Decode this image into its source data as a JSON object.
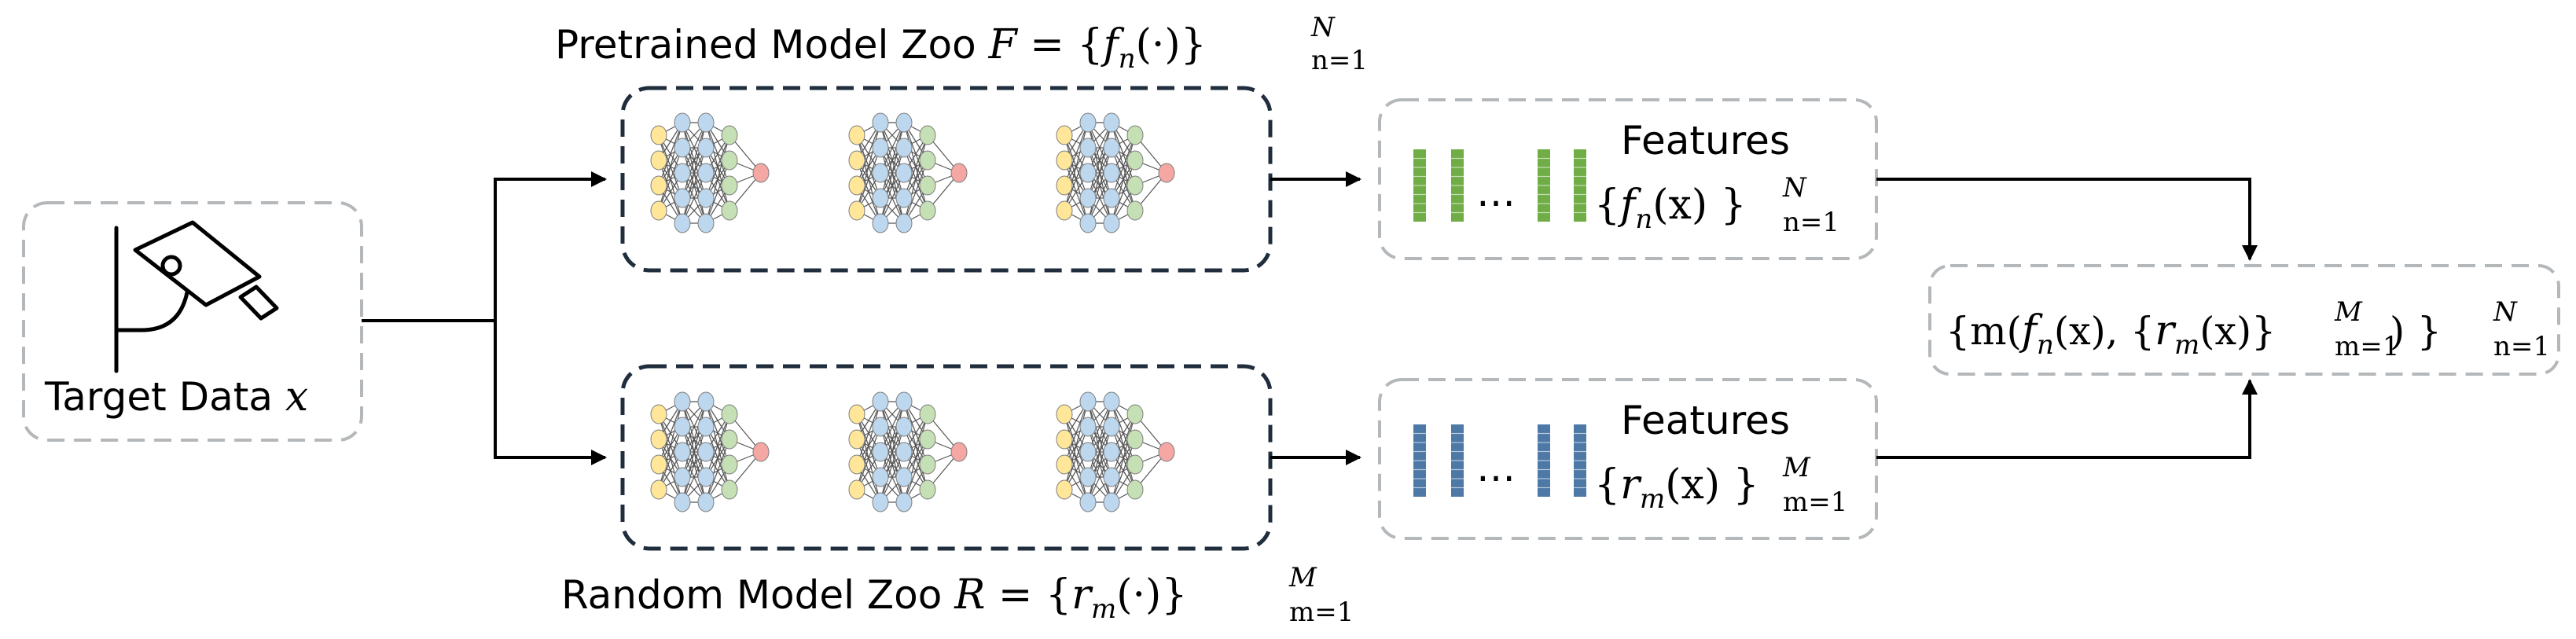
{
  "target": {
    "label": "Target Data ",
    "var": "x",
    "icon": "security-camera-icon"
  },
  "pretrained_zoo": {
    "label": "Pretrained Model Zoo ",
    "symbol": "F",
    "eq": " = {",
    "fn": "f",
    "fn_sub": "n",
    "arg": "(·)}",
    "sup": "N",
    "lower": "n=1"
  },
  "random_zoo": {
    "label": "Random Model Zoo ",
    "symbol": "R",
    "eq": " = {",
    "fn": "r",
    "fn_sub": "m",
    "arg": "(·)}",
    "sup": "M",
    "lower": "m=1"
  },
  "pretrained_features": {
    "label": "Features",
    "open": "{",
    "fn": "f",
    "fn_sub": "n",
    "arg": "(x) }",
    "sup": "N",
    "lower": "n=1",
    "ellipsis": "…",
    "color": "#70ad47"
  },
  "random_features": {
    "label": "Features",
    "open": "{",
    "fn": "r",
    "fn_sub": "m",
    "arg": "(x) }",
    "sup": "M",
    "lower": "m=1",
    "ellipsis": "…",
    "color": "#4e79a7"
  },
  "combined": {
    "p1": "{m(",
    "f": "f",
    "f_sub": "n",
    "p2": "(x), {",
    "r": "r",
    "r_sub": "m",
    "p3": "(x)}",
    "in_sup": "M",
    "in_lower": "m=1",
    "p4": " ) }",
    "out_sup": "N",
    "out_lower": "n=1"
  },
  "colors": {
    "dashed_box_gray": "#b4b8bb",
    "dashed_box_navy": "#1f2d3d",
    "node_input": "#ffe699",
    "node_hidden1": "#bdd7ee",
    "node_hidden2": "#c5e0b4",
    "node_output": "#f4a7a3",
    "arrow": "#000000"
  }
}
